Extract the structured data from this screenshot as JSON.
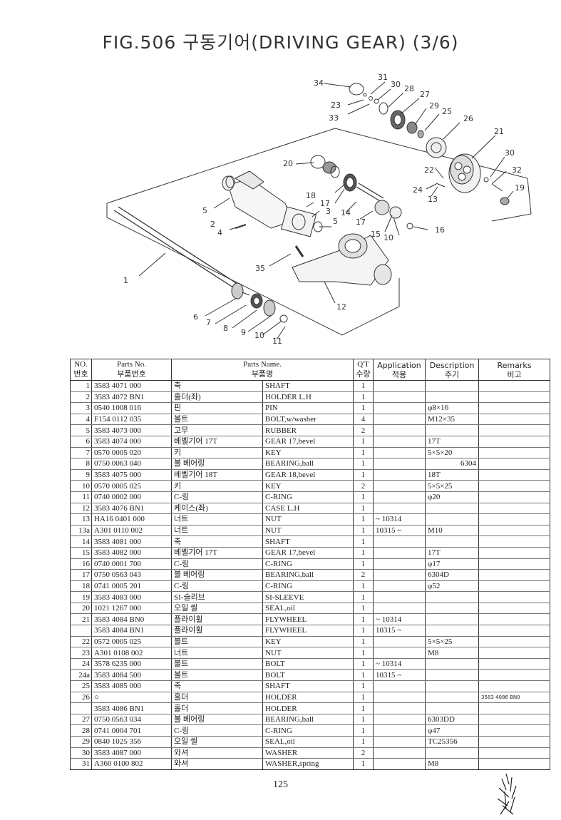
{
  "title": "FIG.506 구동기어(DRIVING GEAR) (3/6)",
  "callouts": [
    {
      "label": "34",
      "id": "34"
    },
    {
      "label": "31",
      "id": "31"
    },
    {
      "label": "30",
      "id": "30a"
    },
    {
      "label": "28",
      "id": "28"
    },
    {
      "label": "27",
      "id": "27"
    },
    {
      "label": "23",
      "id": "23"
    },
    {
      "label": "33",
      "id": "33"
    },
    {
      "label": "29",
      "id": "29"
    },
    {
      "label": "25",
      "id": "25"
    },
    {
      "label": "26",
      "id": "26"
    },
    {
      "label": "21",
      "id": "21"
    },
    {
      "label": "30",
      "id": "30b"
    },
    {
      "label": "32",
      "id": "32"
    },
    {
      "label": "20",
      "id": "20"
    },
    {
      "label": "22",
      "id": "22"
    },
    {
      "label": "24",
      "id": "24"
    },
    {
      "label": "19",
      "id": "19"
    },
    {
      "label": "13",
      "id": "13"
    },
    {
      "label": "5",
      "id": "5a"
    },
    {
      "label": "18",
      "id": "18"
    },
    {
      "label": "17",
      "id": "17a"
    },
    {
      "label": "3",
      "id": "3"
    },
    {
      "label": "14",
      "id": "14"
    },
    {
      "label": "2",
      "id": "2"
    },
    {
      "label": "5",
      "id": "5b"
    },
    {
      "label": "17",
      "id": "17b"
    },
    {
      "label": "4",
      "id": "4"
    },
    {
      "label": "15",
      "id": "15"
    },
    {
      "label": "10",
      "id": "10a"
    },
    {
      "label": "16",
      "id": "16"
    },
    {
      "label": "35",
      "id": "35"
    },
    {
      "label": "1",
      "id": "1"
    },
    {
      "label": "12",
      "id": "12"
    },
    {
      "label": "6",
      "id": "6"
    },
    {
      "label": "7",
      "id": "7"
    },
    {
      "label": "8",
      "id": "8"
    },
    {
      "label": "9",
      "id": "9"
    },
    {
      "label": "10",
      "id": "10b"
    },
    {
      "label": "11",
      "id": "11"
    }
  ],
  "table": {
    "headers": {
      "no_en": "NO.",
      "no_ko": "번호",
      "partno_en": "Parts No.",
      "partno_ko": "부품번호",
      "name_en": "Parts Name.",
      "name_ko": "부품명",
      "qty_en": "Q'T",
      "qty_ko": "수량",
      "app_en": "Application",
      "app_ko": "적용",
      "desc_en": "Description",
      "desc_ko": "주기",
      "rem_en": "Remarks",
      "rem_ko": "비고"
    },
    "rows": [
      {
        "no": "1",
        "part": "3583 4071 000",
        "ko": "축",
        "en": "SHAFT",
        "qty": "1",
        "app": "",
        "desc": "",
        "rem": ""
      },
      {
        "no": "2",
        "part": "3583 4072 BN1",
        "ko": "홀더(좌)",
        "en": "HOLDER L.H",
        "qty": "1",
        "app": "",
        "desc": "",
        "rem": ""
      },
      {
        "no": "3",
        "part": "0540 1008 016",
        "ko": "핀",
        "en": "PIN",
        "qty": "1",
        "app": "",
        "desc": "φ8×16",
        "rem": ""
      },
      {
        "no": "4",
        "part": "F154 0112 035",
        "ko": "볼트",
        "en": "BOLT,w/washer",
        "qty": "4",
        "app": "",
        "desc": "M12×35",
        "rem": ""
      },
      {
        "no": "5",
        "part": "3583 4073 000",
        "ko": "고무",
        "en": "RUBBER",
        "qty": "2",
        "app": "",
        "desc": "",
        "rem": ""
      },
      {
        "no": "6",
        "part": "3583 4074 000",
        "ko": "베벨기어 17T",
        "en": "GEAR 17,bevel",
        "qty": "1",
        "app": "",
        "desc": "17T",
        "rem": "",
        "group": true
      },
      {
        "no": "7",
        "part": "0570 0005 020",
        "ko": "키",
        "en": "KEY",
        "qty": "1",
        "app": "",
        "desc": "5×5×20",
        "rem": ""
      },
      {
        "no": "8",
        "part": "0750 0063 040",
        "ko": "볼 베어링",
        "en": "BEARING,ball",
        "qty": "1",
        "app": "",
        "desc": "6304",
        "rem": "",
        "descRight": true
      },
      {
        "no": "9",
        "part": "3583 4075 000",
        "ko": "베벨기어 18T",
        "en": "GEAR 18,bevel",
        "qty": "1",
        "app": "",
        "desc": "18T",
        "rem": ""
      },
      {
        "no": "10",
        "part": "0570 0005 025",
        "ko": "키",
        "en": "KEY",
        "qty": "2",
        "app": "",
        "desc": "5×5×25",
        "rem": ""
      },
      {
        "no": "11",
        "part": "0740 0002 000",
        "ko": "C-링",
        "en": "C-RING",
        "qty": "1",
        "app": "",
        "desc": "φ20",
        "rem": "",
        "group": true
      },
      {
        "no": "12",
        "part": "3583 4076 BN1",
        "ko": "케이스(좌)",
        "en": "CASE L.H",
        "qty": "1",
        "app": "",
        "desc": "",
        "rem": ""
      },
      {
        "no": "13",
        "part": "HA16 0401 000",
        "ko": "너트",
        "en": "NUT",
        "qty": "1",
        "app": "~ 10314",
        "desc": "",
        "rem": ""
      },
      {
        "no": "13a",
        "part": "A301 0110 002",
        "ko": "너트",
        "en": "NUT",
        "qty": "1",
        "app": "10315 ~",
        "desc": "M10",
        "rem": ""
      },
      {
        "no": "14",
        "part": "3583 4081 000",
        "ko": "축",
        "en": "SHAFT",
        "qty": "1",
        "app": "",
        "desc": "",
        "rem": ""
      },
      {
        "no": "15",
        "part": "3583 4082 000",
        "ko": "베벨기어 17T",
        "en": "GEAR 17,bevel",
        "qty": "1",
        "app": "",
        "desc": "17T",
        "rem": "",
        "group": true
      },
      {
        "no": "16",
        "part": "0740 0001 700",
        "ko": "C-링",
        "en": "C-RING",
        "qty": "1",
        "app": "",
        "desc": "φ17",
        "rem": ""
      },
      {
        "no": "17",
        "part": "0750 0563 043",
        "ko": "볼 베어링",
        "en": "BEARING,ball",
        "qty": "2",
        "app": "",
        "desc": "6304D",
        "rem": ""
      },
      {
        "no": "18",
        "part": "0741 0005 201",
        "ko": "C-링",
        "en": "C-RING",
        "qty": "1",
        "app": "",
        "desc": "φ52",
        "rem": ""
      },
      {
        "no": "19",
        "part": "3583 4083 000",
        "ko": "SI-슬리브",
        "en": "SI-SLEEVE",
        "qty": "1",
        "app": "",
        "desc": "",
        "rem": ""
      },
      {
        "no": "20",
        "part": "1021 1267 000",
        "ko": "오일 씰",
        "en": "SEAL,oil",
        "qty": "1",
        "app": "",
        "desc": "",
        "rem": "",
        "group": true
      },
      {
        "no": "21",
        "part": "3583 4084 BN0",
        "ko": "플라이휠",
        "en": "FLYWHEEL",
        "qty": "1",
        "app": "~ 10314",
        "desc": "",
        "rem": ""
      },
      {
        "no": "",
        "part": "3583 4084 BN1",
        "ko": "플라이휠",
        "en": "FLYWHEEL",
        "qty": "1",
        "app": "10315 ~",
        "desc": "",
        "rem": ""
      },
      {
        "no": "22",
        "part": "0572 0005 025",
        "ko": "볼트",
        "en": "KEY",
        "qty": "1",
        "app": "",
        "desc": "5×5×25",
        "rem": ""
      },
      {
        "no": "23",
        "part": "A301 0108 002",
        "ko": "너트",
        "en": "NUT",
        "qty": "1",
        "app": "",
        "desc": "M8",
        "rem": ""
      },
      {
        "no": "24",
        "part": "3578 6235 000",
        "ko": "볼트",
        "en": "BOLT",
        "qty": "1",
        "app": "~ 10314",
        "desc": "",
        "rem": "",
        "group": true
      },
      {
        "no": "24a",
        "part": "3583 4084 500",
        "ko": "볼트",
        "en": "BOLT",
        "qty": "1",
        "app": "10315 ~",
        "desc": "",
        "rem": ""
      },
      {
        "no": "25",
        "part": "3583 4085 000",
        "ko": "축",
        "en": "SHAFT",
        "qty": "1",
        "app": "",
        "desc": "",
        "rem": ""
      },
      {
        "no": "26",
        "part": "○",
        "ko": "홀더",
        "en": "HOLDER",
        "qty": "1",
        "app": "",
        "desc": "",
        "rem": "3583 4086 BN0"
      },
      {
        "no": "",
        "part": "3583 4086 BN1",
        "ko": "홀더",
        "en": "HOLDER",
        "qty": "1",
        "app": "",
        "desc": "",
        "rem": ""
      },
      {
        "no": "27",
        "part": "0750 0563 034",
        "ko": "볼 베어링",
        "en": "BEARING,ball",
        "qty": "1",
        "app": "",
        "desc": "6303DD",
        "rem": "",
        "group": true
      },
      {
        "no": "28",
        "part": "0741 0004 701",
        "ko": "C-링",
        "en": "C-RING",
        "qty": "1",
        "app": "",
        "desc": "φ47",
        "rem": ""
      },
      {
        "no": "29",
        "part": "0840 1025 356",
        "ko": "오일 씰",
        "en": "SEAL,oil",
        "qty": "1",
        "app": "",
        "desc": "TC25356",
        "rem": ""
      },
      {
        "no": "30",
        "part": "3583 4087 000",
        "ko": "와셔",
        "en": "WASHER",
        "qty": "2",
        "app": "",
        "desc": "",
        "rem": ""
      },
      {
        "no": "31",
        "part": "A360 0100 802",
        "ko": "와셔",
        "en": "WASHER,spring",
        "qty": "1",
        "app": "",
        "desc": "M8",
        "rem": ""
      }
    ]
  },
  "page_number": "125"
}
